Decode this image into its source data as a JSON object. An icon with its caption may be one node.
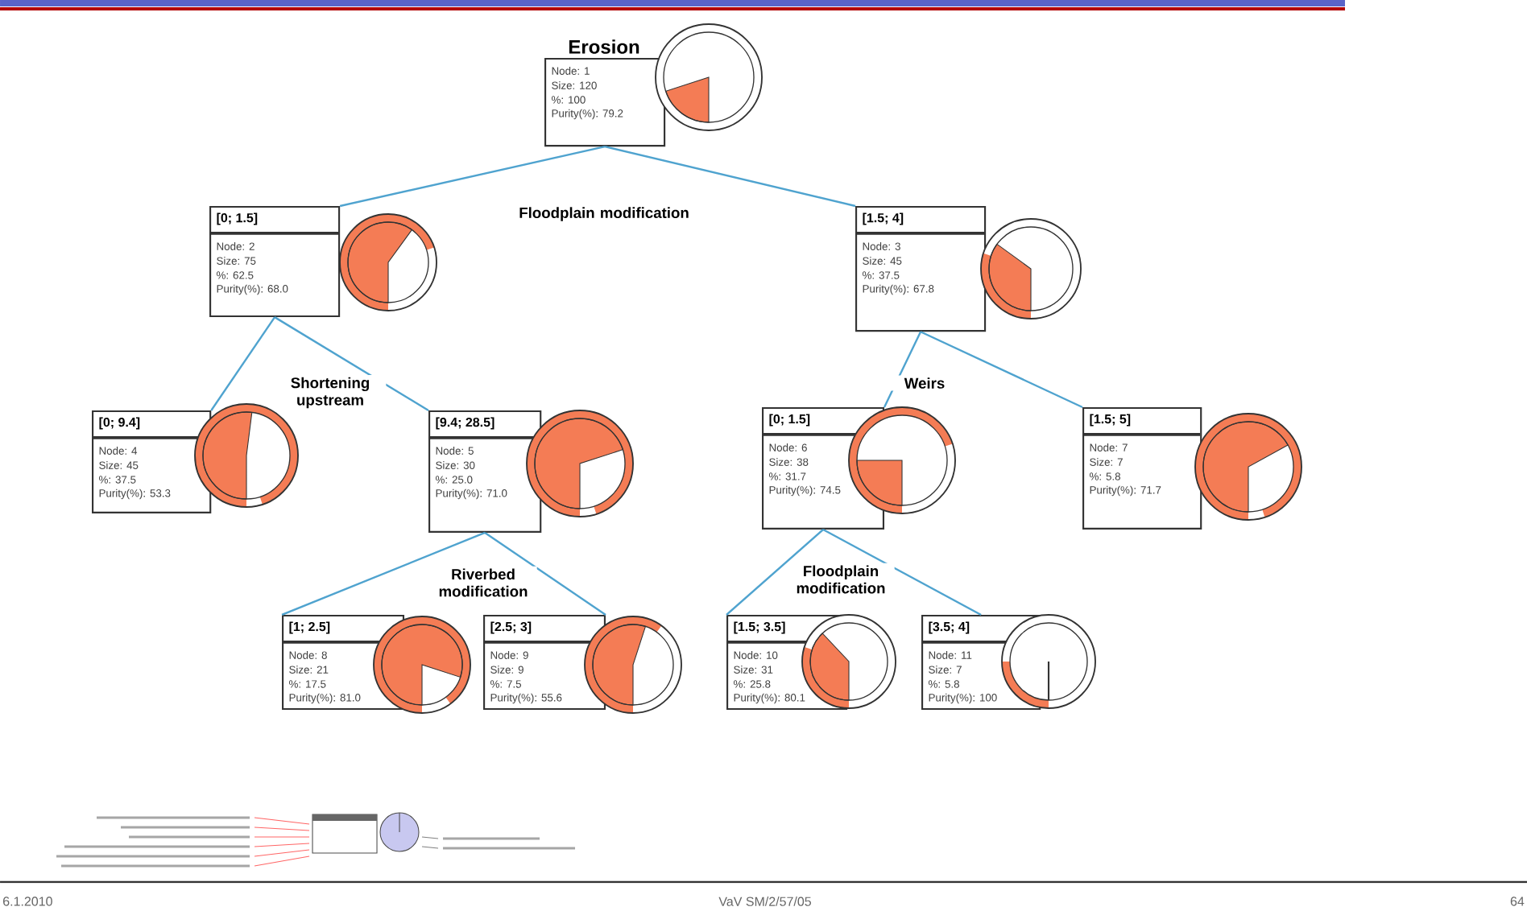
{
  "diagram": {
    "nodes": [
      {
        "text": [
          "Erosion",
          "Node: 1",
          "Size: 120",
          "%: 100",
          "Purity(%): 79.2"
        ]
      },
      {
        "text": [
          "[0; 1.5]",
          "Node: 2",
          "Size: 75",
          "%: 62.5",
          "Purity(%): 68.0"
        ]
      },
      {
        "text": [
          "[1.5; 4]",
          "Node: 3",
          "Size: 45",
          "%: 37.5",
          "Purity(%): 67.8"
        ]
      },
      {
        "text": [
          "[0; 9.4]",
          "Node: 4",
          "Size: 45",
          "%: 37.5",
          "Purity(%): 53.3"
        ]
      },
      {
        "text": [
          "[9.4; 28.5]",
          "Node: 5",
          "Size: 30",
          "%: 25.0",
          "Purity(%): 71.0"
        ]
      },
      {
        "text": [
          "[0; 1.5]",
          "Node: 6",
          "Size: 38",
          "%: 31.7",
          "Purity(%): 74.5"
        ]
      },
      {
        "text": [
          "[1.5; 5]",
          "Node: 7",
          "Size: 7",
          "%: 5.8",
          "Purity(%): 71.7"
        ]
      },
      {
        "text": [
          "[1; 2.5]",
          "Node: 8",
          "Size: 21",
          "%: 17.5",
          "Purity(%): 81.0"
        ]
      },
      {
        "text": [
          "[2.5; 3]",
          "Node: 9",
          "Size: 9",
          "%: 7.5",
          "Purity(%): 55.6"
        ]
      },
      {
        "text": [
          "[1.5; 3.5]",
          "Node: 10",
          "Size: 31",
          "%: 25.8",
          "Purity(%): 80.1"
        ]
      },
      {
        "text": [
          "[3.5; 4]",
          "Node: 11",
          "Size: 7",
          "%: 5.8",
          "Purity(%): 100"
        ]
      }
    ],
    "edges": [
      {
        "from": 0,
        "to": 1,
        "arrow": "none",
        "label": "Floodplain modification"
      },
      {
        "from": 0,
        "to": 2,
        "arrow": "none"
      },
      {
        "from": 1,
        "to": 3,
        "arrow": "none"
      },
      {
        "from": 1,
        "to": 4,
        "arrow": "none",
        "label": "Shortening upstream"
      },
      {
        "from": 2,
        "to": 5,
        "arrow": "none",
        "label": "Weirs"
      },
      {
        "from": 2,
        "to": 6,
        "arrow": "none"
      },
      {
        "from": 4,
        "to": 7,
        "arrow": "none",
        "label": "Riverbed modification"
      },
      {
        "from": 4,
        "to": 8,
        "arrow": "none"
      },
      {
        "from": 5,
        "to": 9,
        "arrow": "none",
        "label": "Floodplain modification"
      },
      {
        "from": 5,
        "to": 10,
        "arrow": "none"
      }
    ],
    "labels": [
      "6.1.2010",
      "VaV SM/2/57/05",
      "64"
    ]
  }
}
